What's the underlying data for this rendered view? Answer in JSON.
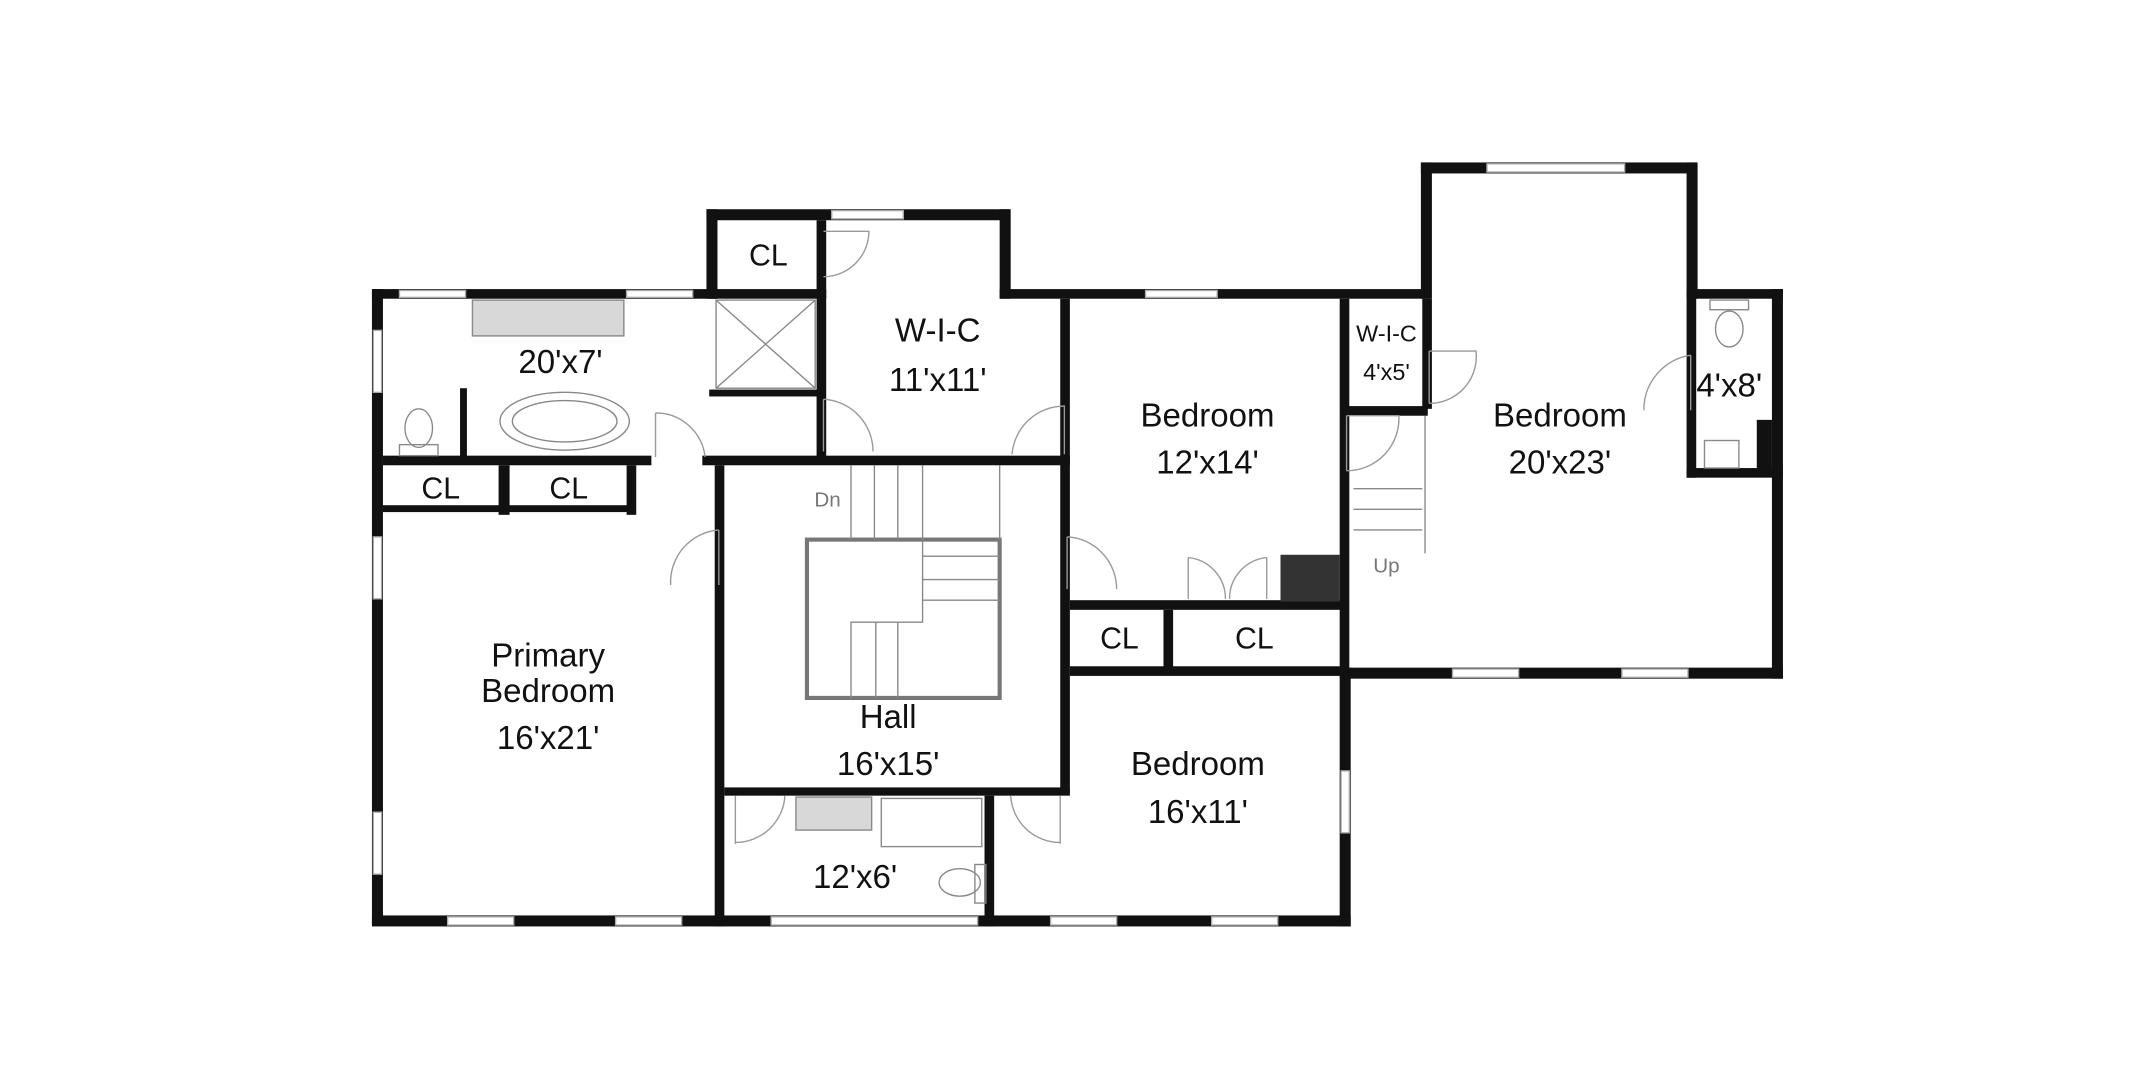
{
  "rooms": {
    "top_closet": {
      "name": "CL"
    },
    "primary_bath": {
      "size": "20'x7'"
    },
    "wic_main": {
      "name": "W-I-C",
      "size": "11'x11'"
    },
    "primary_closet_1": {
      "name": "CL"
    },
    "primary_closet_2": {
      "name": "CL"
    },
    "bedroom_2": {
      "name": "Bedroom",
      "size": "12'x14'"
    },
    "wic_small": {
      "name": "W-I-C",
      "size": "4'x5'"
    },
    "bedroom_large": {
      "name": "Bedroom",
      "size": "20'x23'"
    },
    "half_bath": {
      "size": "4'x8'"
    },
    "bedroom_2_closet_1": {
      "name": "CL"
    },
    "bedroom_2_closet_2": {
      "name": "CL"
    },
    "primary_bedroom": {
      "name_line1": "Primary",
      "name_line2": "Bedroom",
      "size": "16'x21'"
    },
    "hall": {
      "name": "Hall",
      "size": "16'x15'"
    },
    "bedroom_3": {
      "name": "Bedroom",
      "size": "16'x11'"
    },
    "hall_bath": {
      "size": "12'x6'"
    }
  },
  "stairs": {
    "down_label": "Dn",
    "up_label": "Up"
  },
  "colors": {
    "wall": "#111111",
    "fixture": "#d8d8d8",
    "fireplace": "#333333"
  }
}
